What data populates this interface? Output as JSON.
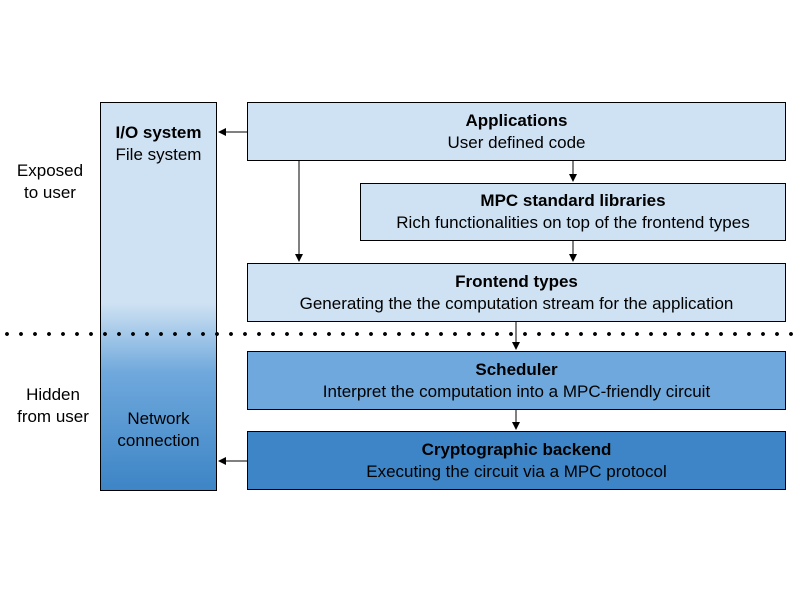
{
  "side_labels": {
    "exposed": [
      "Exposed",
      "to user"
    ],
    "hidden": [
      "Hidden",
      "from user"
    ]
  },
  "io_column": {
    "title": "I/O system",
    "subtitle": "File system",
    "bottom": [
      "Network",
      "connection"
    ]
  },
  "layers": {
    "applications": {
      "title": "Applications",
      "desc": "User defined code"
    },
    "mpc_libraries": {
      "title": "MPC standard libraries",
      "desc": "Rich functionalities on top of the frontend types"
    },
    "frontend_types": {
      "title": "Frontend types",
      "desc": "Generating the the computation stream for the application"
    },
    "scheduler": {
      "title": "Scheduler",
      "desc": "Interpret the computation into a MPC-friendly circuit"
    },
    "crypto_backend": {
      "title": "Cryptographic backend",
      "desc": "Executing the circuit via a MPC protocol"
    }
  },
  "colors": {
    "light": "#cfe2f3",
    "mid": "#6fa8dc",
    "dark": "#3d85c6"
  }
}
